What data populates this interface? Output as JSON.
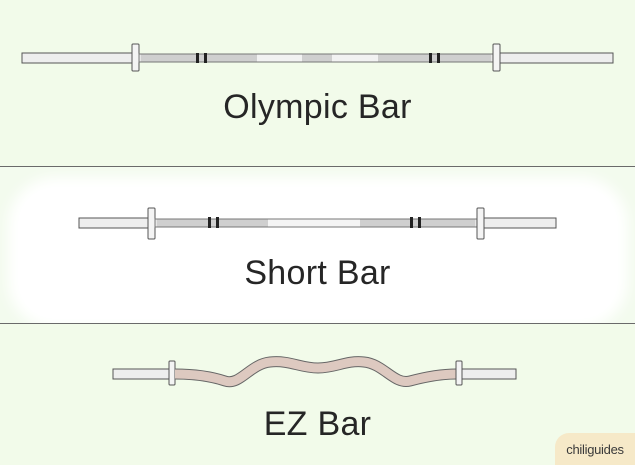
{
  "items": [
    {
      "id": "olympic",
      "label": "Olympic Bar"
    },
    {
      "id": "short",
      "label": "Short Bar"
    },
    {
      "id": "ez",
      "label": "EZ Bar"
    }
  ],
  "brand": {
    "text": "chiliguides"
  },
  "colors": {
    "panel_bg": "#f2fbea",
    "bar_outline": "#555555",
    "sleeve_fill": "#eeeeee",
    "knurl_fill": "#cfcfcf",
    "center_fill": "#e6e6e6",
    "ez_shaft_fill": "#ddc9c0",
    "brand_bg": "#f6e9c8"
  }
}
